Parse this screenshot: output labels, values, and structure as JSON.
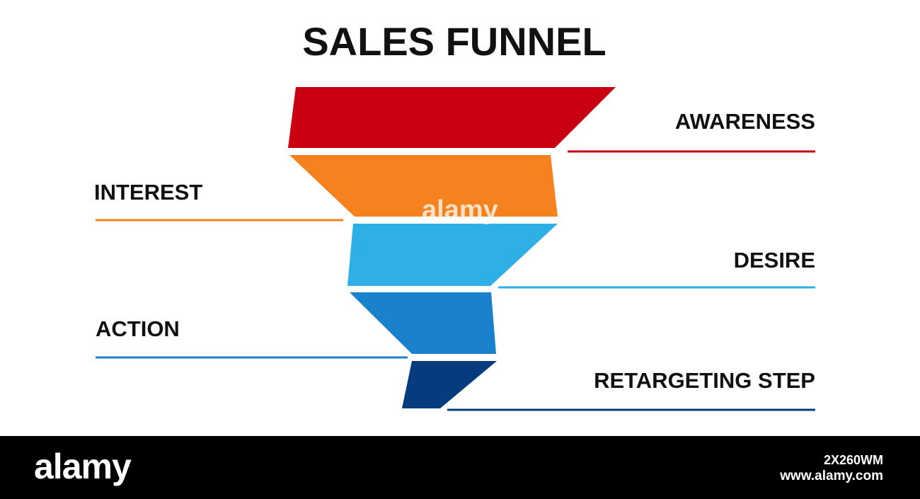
{
  "title": "SALES FUNNEL",
  "stages": [
    {
      "label": "AWARENESS",
      "color": "#c8000f",
      "side": "right"
    },
    {
      "label": "INTEREST",
      "color": "#f5821f",
      "side": "left"
    },
    {
      "label": "DESIRE",
      "color": "#2eb0e6",
      "side": "right"
    },
    {
      "label": "ACTION",
      "color": "#1a82cc",
      "side": "left"
    },
    {
      "label": "RETARGETING STEP",
      "color": "#063c7d",
      "side": "right"
    }
  ],
  "footer": {
    "brand": "alamy",
    "stock_id": "2X260WM",
    "site": "www.alamy.com",
    "background": "#000000"
  },
  "watermark": {
    "text": "alamy"
  }
}
